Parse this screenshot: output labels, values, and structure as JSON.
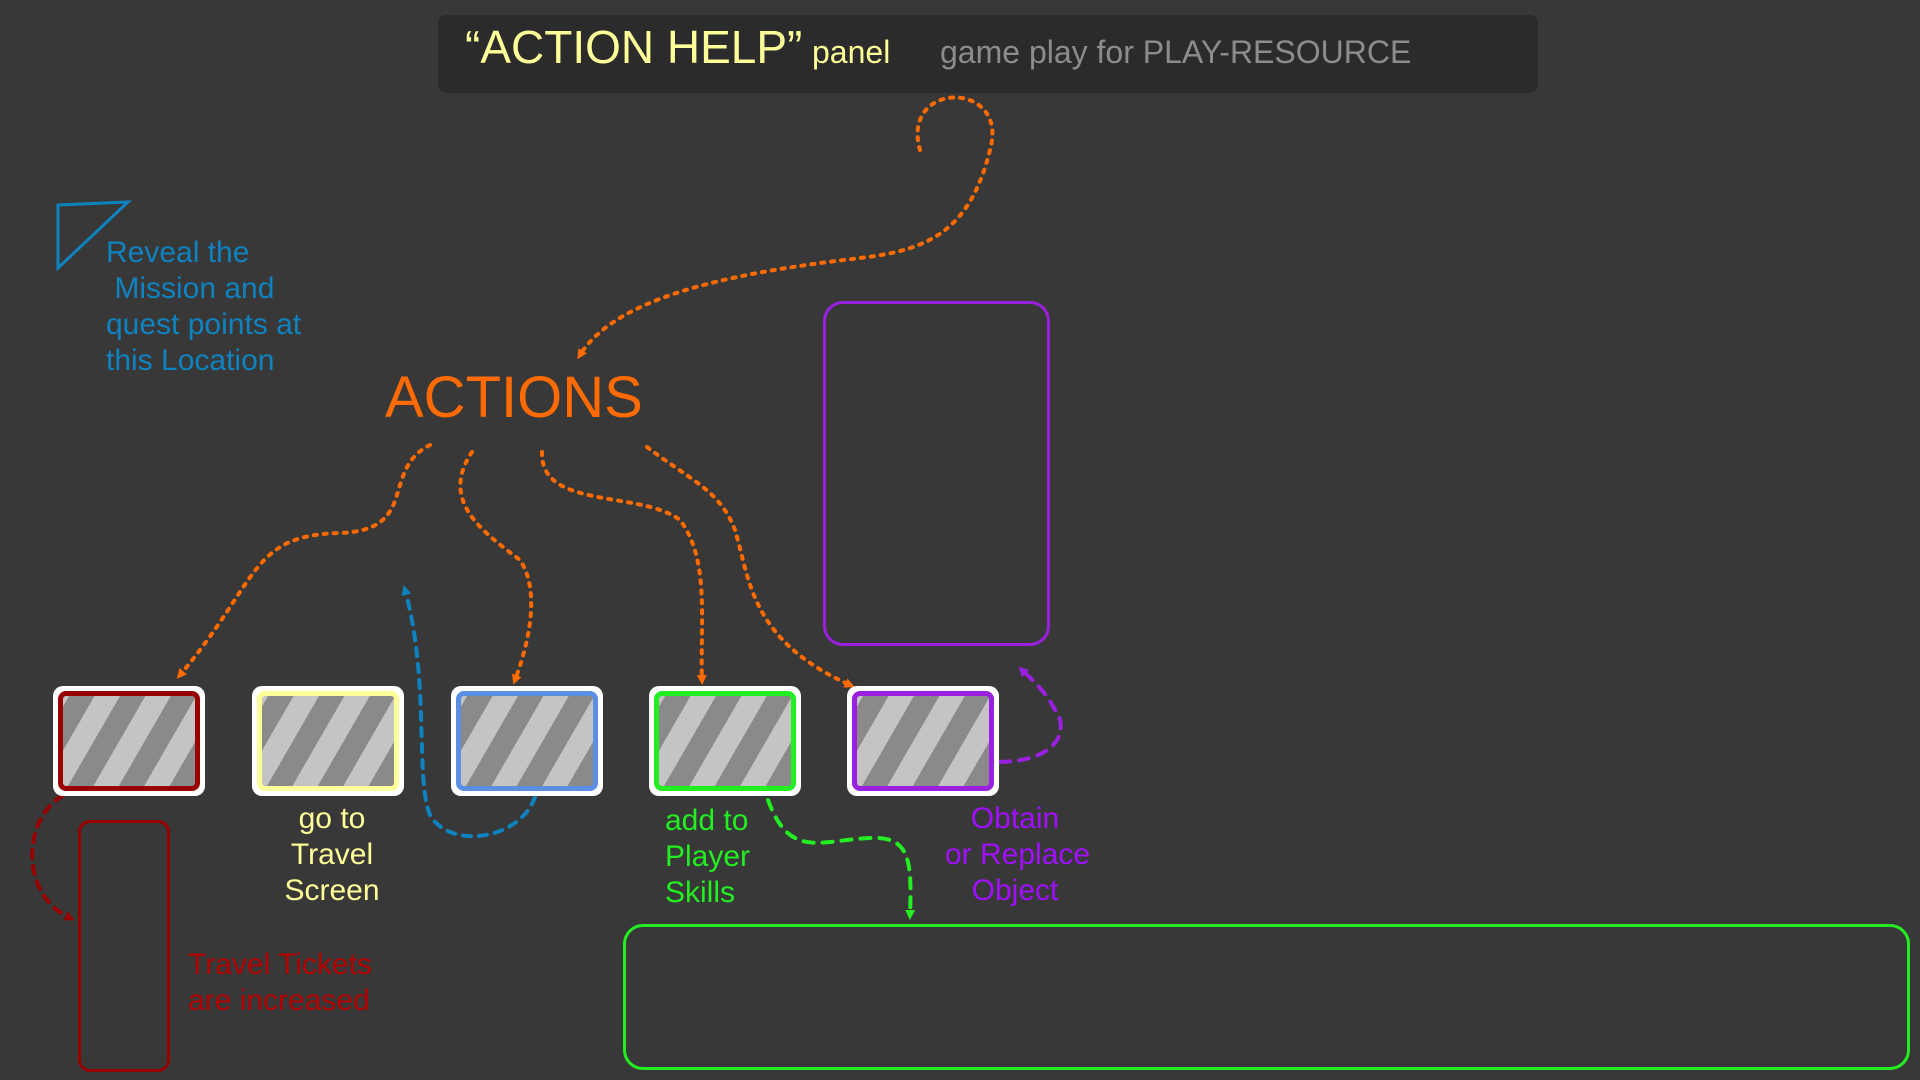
{
  "header": {
    "title": "“ACTION HELP”",
    "title_suffix": "panel",
    "subtitle": "game play for PLAY-RESOURCE"
  },
  "actions_label": "ACTIONS",
  "notes": {
    "reveal": "Reveal the\n Mission and\nquest points at\nthis Location",
    "travel": "go to\nTravel\nScreen",
    "skills": "add to\nPlayer\nSkills",
    "obtain": "Obtain\nor Replace\nObject",
    "tickets": "Travel Tickets\nare increased"
  },
  "colors": {
    "background": "#383838",
    "header_bg": "#2b2b2b",
    "title": "#ffff99",
    "subtitle": "#8c8c8c",
    "orange": "#ff6b00",
    "blue": "#0f83c0",
    "red": "#990000",
    "yellow": "#ffff99",
    "light_blue": "#5b8fe6",
    "green": "#22ee22",
    "purple": "#9a20e0"
  },
  "cards": [
    {
      "name": "card-red",
      "border_color": "#990000"
    },
    {
      "name": "card-yellow",
      "border_color": "#ffff99"
    },
    {
      "name": "card-blue",
      "border_color": "#5b8fe6"
    },
    {
      "name": "card-green",
      "border_color": "#22ee22"
    },
    {
      "name": "card-purple",
      "border_color": "#9a20e0"
    }
  ]
}
